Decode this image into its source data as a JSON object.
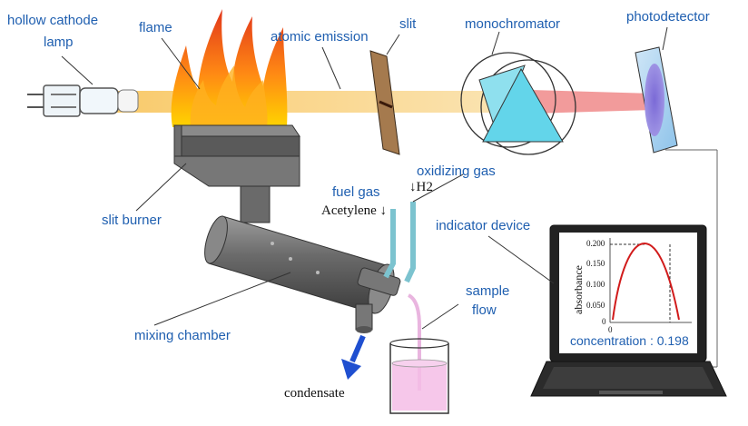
{
  "labels": {
    "hollow_cathode_lamp_1": "hollow cathode",
    "hollow_cathode_lamp_2": "lamp",
    "flame": "flame",
    "atomic_emission": "atomic emission",
    "slit": "slit",
    "monochromator": "monochromator",
    "photodetector": "photodetector",
    "oxidizing_gas": "oxidizing gas",
    "fuel_gas": "fuel gas",
    "h2": "↓H2",
    "acetylene": "Acetylene ↓",
    "slit_burner": "slit burner",
    "indicator_device": "indicator device",
    "sample_flow_1": "sample",
    "sample_flow_2": "flow",
    "mixing_chamber": "mixing chamber",
    "condensate": "condensate"
  },
  "screen": {
    "ylabel": "absorbance",
    "concentration_text": "concentration : 0.198",
    "ticks": [
      "0.200",
      "0.150",
      "0.100",
      "0.050",
      "0"
    ],
    "xtick": "0"
  },
  "colors": {
    "label_blue": "#1f5fb0",
    "beam_orange": "#f7c66a",
    "beam_red": "#f08a8a",
    "flame_orange": "#f36a1b",
    "prism_cyan": "#63d5ea",
    "curve_red": "#d11b1b",
    "liquid_pink": "#f4bde6"
  }
}
